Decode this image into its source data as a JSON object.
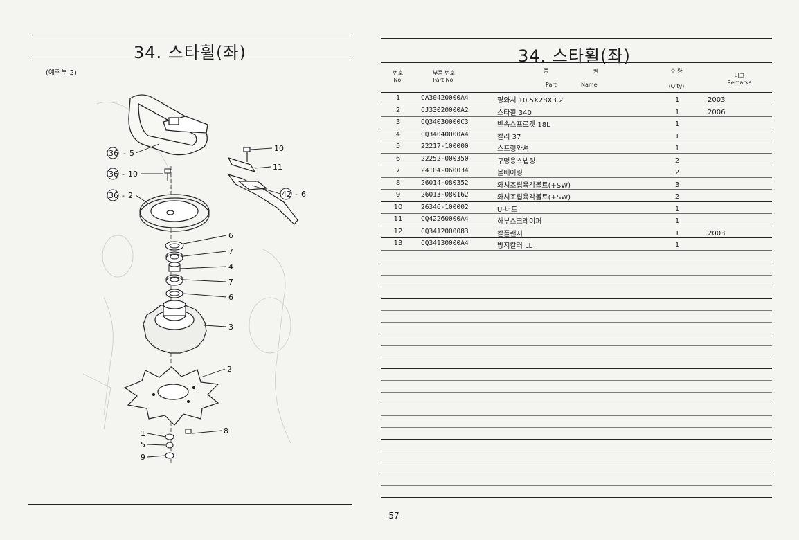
{
  "left_page": {
    "title": "34. 스타휠(좌)",
    "subtitle": "(예취부 2)",
    "callouts": [
      "36",
      "5",
      "36",
      "10",
      "36",
      "2",
      "10",
      "11",
      "42",
      "6",
      "6",
      "7",
      "4",
      "7",
      "6",
      "3",
      "2",
      "1",
      "5",
      "9",
      "8"
    ]
  },
  "right_page": {
    "title": "34. 스타휠(좌)",
    "headers": {
      "no_kr": "번호",
      "no_en": "No.",
      "part_kr": "부품 번호",
      "part_en": "Part No.",
      "name_kr1": "품",
      "name_kr2": "명",
      "name_en1": "Part",
      "name_en2": "Name",
      "qty_kr": "수 량",
      "qty_en": "(Q'ty)",
      "rem_kr": "비고",
      "rem_en": "Remarks"
    },
    "rows": [
      {
        "no": "1",
        "part": "CA30420000A4",
        "name": "평와셔 10.5X28X3.2",
        "qty": "1",
        "remarks": "2003"
      },
      {
        "no": "2",
        "part": "CJ33020000A2",
        "name": "스타휠 340",
        "qty": "1",
        "remarks": "2006"
      },
      {
        "no": "3",
        "part": "CQ34030000C3",
        "name": "반송스프로켓 18L",
        "qty": "1",
        "remarks": ""
      },
      {
        "no": "4",
        "part": "CQ34040000A4",
        "name": "칼러 37",
        "qty": "1",
        "remarks": ""
      },
      {
        "no": "5",
        "part": "22217-100000",
        "name": "스프링와셔",
        "qty": "1",
        "remarks": ""
      },
      {
        "no": "6",
        "part": "22252-000350",
        "name": "구멍용스냅링",
        "qty": "2",
        "remarks": ""
      },
      {
        "no": "7",
        "part": "24104-060034",
        "name": "볼베어링",
        "qty": "2",
        "remarks": ""
      },
      {
        "no": "8",
        "part": "26014-080352",
        "name": "와셔조립육각볼트(+SW)",
        "qty": "3",
        "remarks": ""
      },
      {
        "no": "9",
        "part": "26013-080162",
        "name": "와셔조립육각볼트(+SW)",
        "qty": "2",
        "remarks": ""
      },
      {
        "no": "10",
        "part": "26346-100002",
        "name": "U-너트",
        "qty": "1",
        "remarks": ""
      },
      {
        "no": "11",
        "part": "CQ42260000A4",
        "name": "하부스크레이퍼",
        "qty": "1",
        "remarks": ""
      },
      {
        "no": "12",
        "part": "CQ3412000083",
        "name": "칼플랜지",
        "qty": "1",
        "remarks": "2003"
      },
      {
        "no": "13",
        "part": "CQ34130000A4",
        "name": "방지칼러 LL",
        "qty": "1",
        "remarks": ""
      }
    ],
    "page_number": "-57-"
  }
}
